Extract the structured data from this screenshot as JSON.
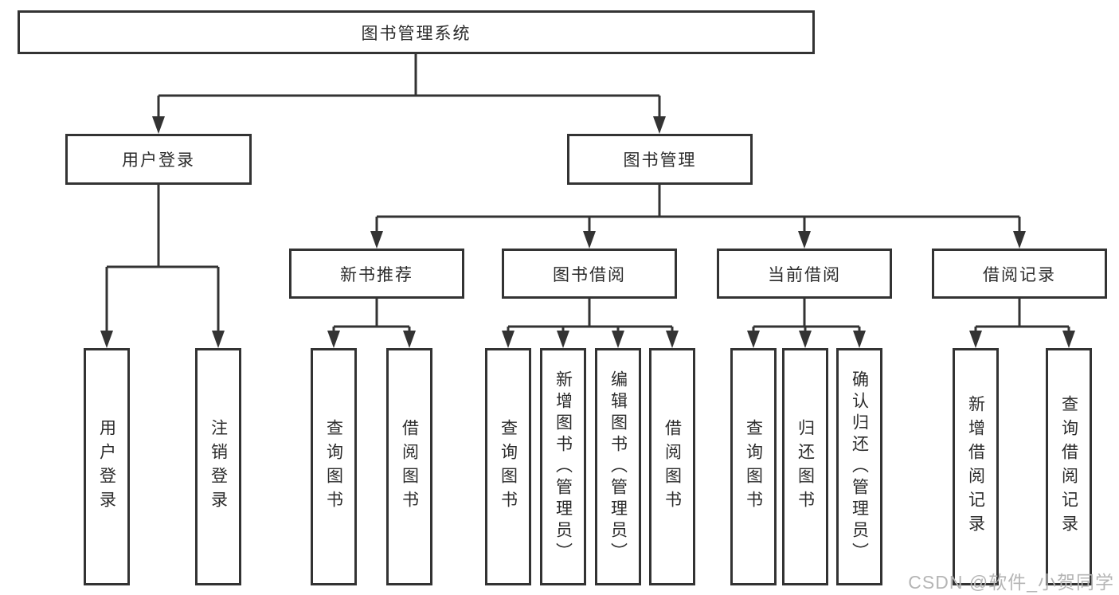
{
  "diagram": {
    "title": "图书管理系统",
    "level2": [
      "用户登录",
      "图书管理"
    ],
    "level3": [
      "新书推荐",
      "图书借阅",
      "当前借阅",
      "借阅记录"
    ],
    "leaves": {
      "user_login": [
        "用户登录",
        "注销登录"
      ],
      "new_book": [
        "查询图书",
        "借阅图书"
      ],
      "book_borrow": [
        "查询图书",
        "新增图书（管理员）",
        "编辑图书（管理员）",
        "借阅图书"
      ],
      "current_borrow": [
        "查询图书",
        "归还图书",
        "确认归还（管理员）"
      ],
      "borrow_record": [
        "新增借阅记录",
        "查询借阅记录"
      ]
    }
  },
  "watermark": {
    "text": "CSDN @软件_小贺同学",
    "color": "#b5b5b5"
  },
  "colors": {
    "line": "#333333",
    "box_border": "#333333",
    "text": "#2b2b2b",
    "background": "#ffffff"
  }
}
